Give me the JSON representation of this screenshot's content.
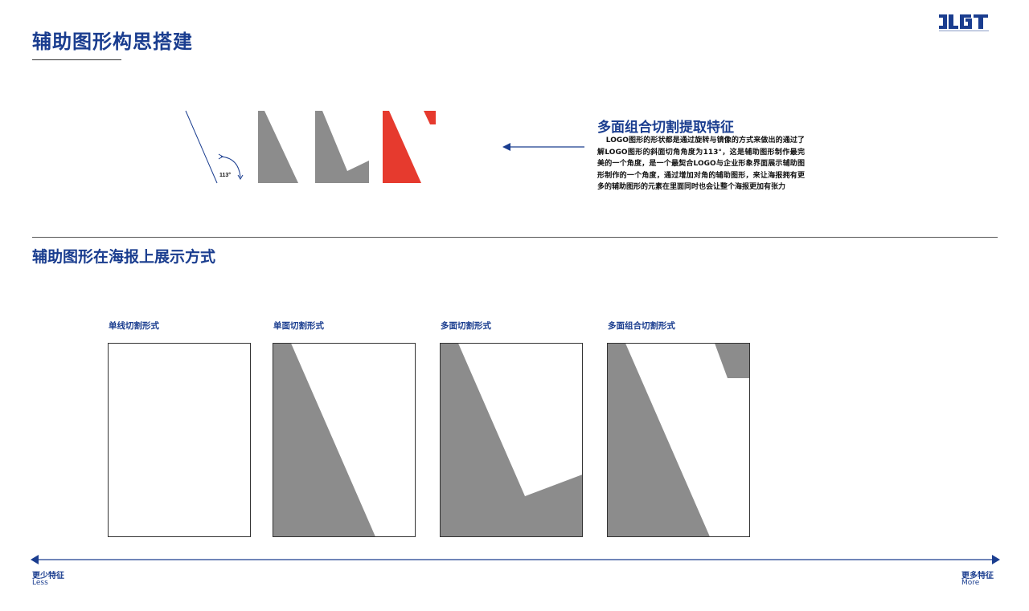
{
  "header": {
    "title": "辅助图形构思搭建",
    "logo_text": "JLGT"
  },
  "feature": {
    "title": "多面组合切割提取特征",
    "description": "LOGO图形的形状都是通过旋转与镜像的方式来做出的通过了解LOGO图形的斜面切角角度为113°，这是辅助图形制作最完美的一个角度，是一个最契合LOGO与企业形象界面展示辅助图形制作的一个角度，通过增加对角的辅助图形，来让海报拥有更多的辅助图形的元素在里面同时也会让整个海报更加有张力",
    "angle_label": "113°"
  },
  "section": {
    "title": "辅助图形在海报上展示方式"
  },
  "panels": [
    {
      "label": "单线切割形式"
    },
    {
      "label": "单面切割形式"
    },
    {
      "label": "多面切割形式"
    },
    {
      "label": "多面组合切割形式"
    }
  ],
  "scale": {
    "left_zh": "更少特征",
    "left_en": "Less",
    "right_zh": "更多特征",
    "right_en": "More"
  },
  "colors": {
    "brand_blue": "#1a3d8f",
    "shape_gray": "#8c8c8c",
    "accent_red": "#e63a2e"
  }
}
